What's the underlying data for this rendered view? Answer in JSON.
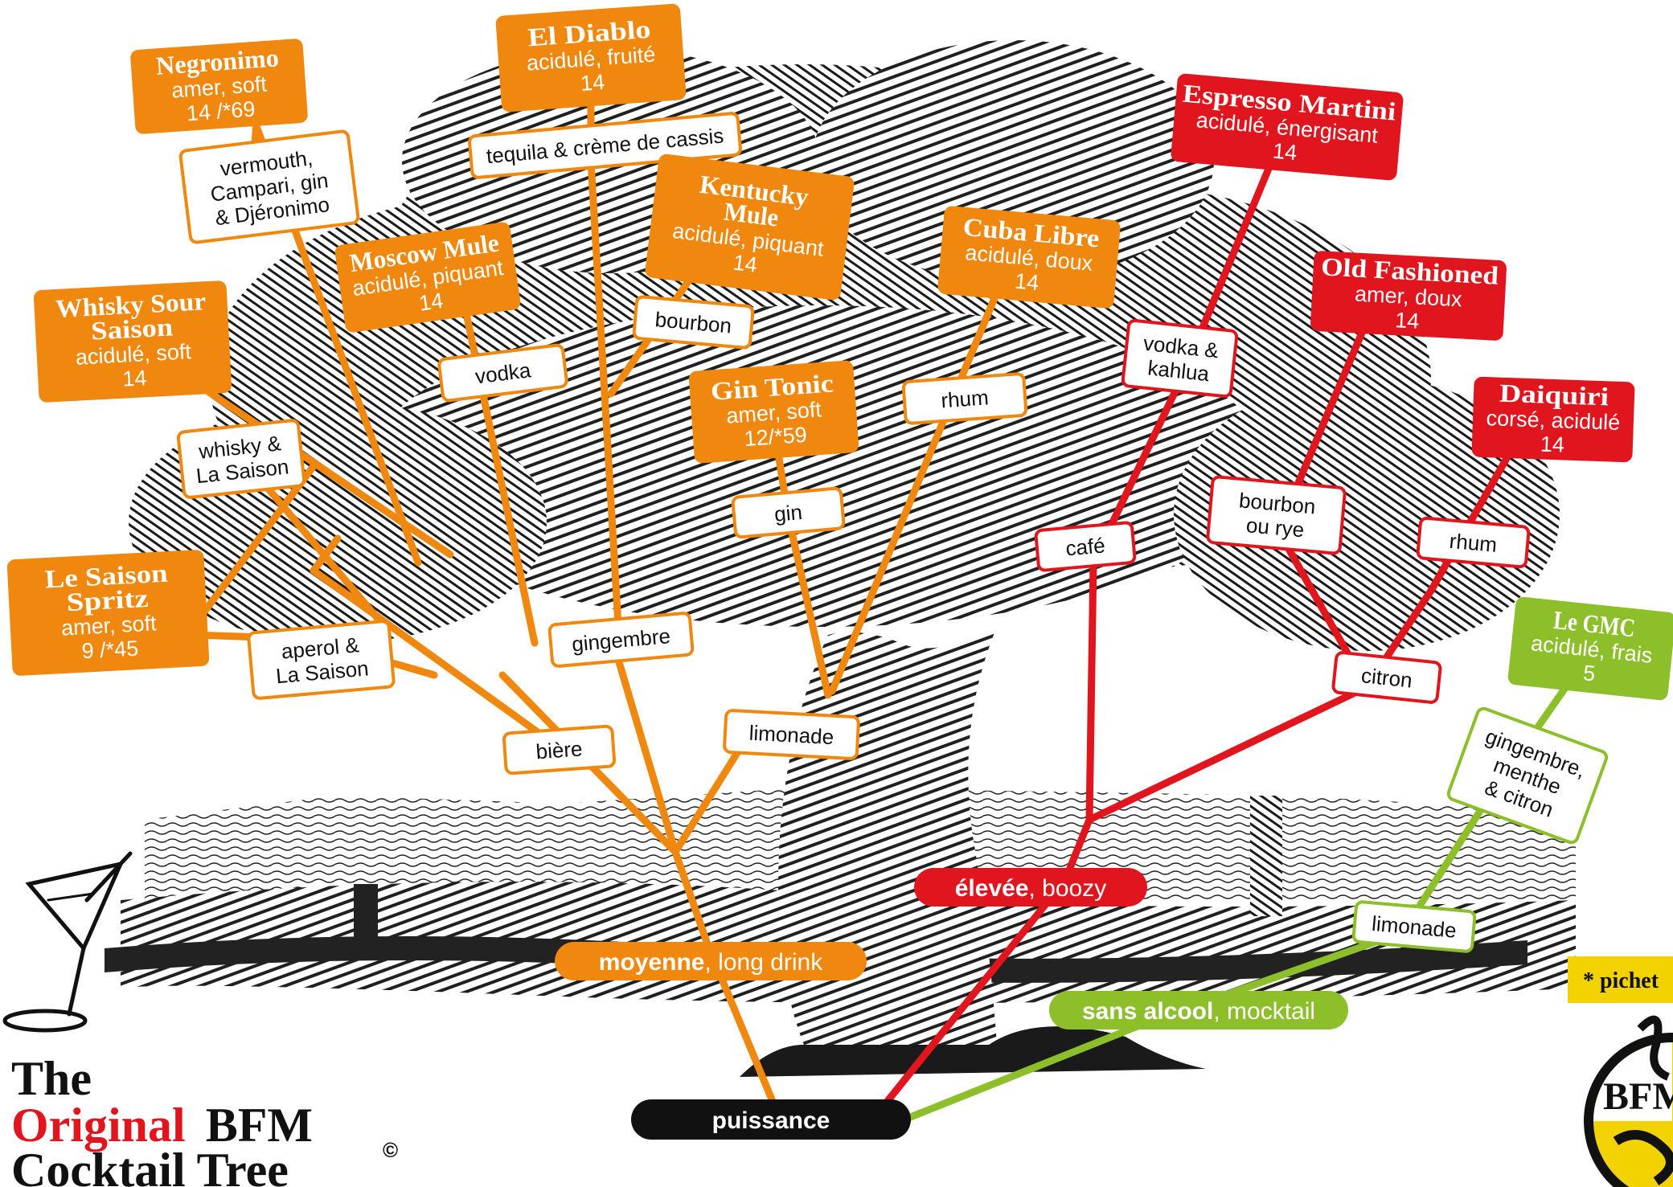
{
  "colors": {
    "orange": "#f0870f",
    "red": "#e0151e",
    "green": "#8cbf2a",
    "black": "#111111",
    "yellow": "#f2d200"
  },
  "title": {
    "line1": "The",
    "line2_a": "Original",
    "line2_b": "BFM",
    "line3": "Cocktail Tree",
    "copyright": "©"
  },
  "legend": {
    "pitcher_note": "* pichet"
  },
  "logo": {
    "text": "BFM"
  },
  "trunk": {
    "root_label": "puissance"
  },
  "branches": [
    {
      "id": "moyenne",
      "bold": "moyenne",
      "rest": ", long drink",
      "color": "orange"
    },
    {
      "id": "elevee",
      "bold": "élevée",
      "rest": ", boozy",
      "color": "red"
    },
    {
      "id": "sans-alcool",
      "bold": "sans alcool",
      "rest": ", mocktail",
      "color": "green"
    }
  ],
  "ingredients": [
    {
      "id": "vermouth",
      "lines": [
        "vermouth,",
        "Campari, gin",
        "& Djéronimo"
      ]
    },
    {
      "id": "tequila",
      "lines": [
        "tequila & crème de cassis"
      ]
    },
    {
      "id": "vodka-mule",
      "lines": [
        "vodka"
      ]
    },
    {
      "id": "bourbon-kentucky",
      "lines": [
        "bourbon"
      ]
    },
    {
      "id": "whisky-saison",
      "lines": [
        "whisky &",
        "La Saison"
      ]
    },
    {
      "id": "rhum-cuba",
      "lines": [
        "rhum"
      ]
    },
    {
      "id": "gin-tonic",
      "lines": [
        "gin"
      ]
    },
    {
      "id": "gingembre",
      "lines": [
        "gingembre"
      ]
    },
    {
      "id": "aperol",
      "lines": [
        "aperol &",
        "La Saison"
      ]
    },
    {
      "id": "biere",
      "lines": [
        "bière"
      ]
    },
    {
      "id": "limonade-orange",
      "lines": [
        "limonade"
      ]
    },
    {
      "id": "vodka-kahlua",
      "lines": [
        "vodka &",
        "kahlua"
      ]
    },
    {
      "id": "cafe",
      "lines": [
        "café"
      ]
    },
    {
      "id": "bourbon-rye",
      "lines": [
        "bourbon",
        "ou rye"
      ]
    },
    {
      "id": "rhum-daiquiri",
      "lines": [
        "rhum"
      ]
    },
    {
      "id": "citron",
      "lines": [
        "citron"
      ]
    },
    {
      "id": "gingembre-menthe",
      "lines": [
        "gingembre,",
        "menthe",
        "& citron"
      ]
    },
    {
      "id": "limonade-green",
      "lines": [
        "limonade"
      ]
    }
  ],
  "cocktails": [
    {
      "id": "negronimo",
      "name": [
        "Negronimo"
      ],
      "taste": "amer, soft",
      "price": "14 /*69",
      "color": "orange"
    },
    {
      "id": "el-diablo",
      "name": [
        "El Diablo"
      ],
      "taste": "acidulé, fruité",
      "price": "14",
      "color": "orange"
    },
    {
      "id": "kentucky-mule",
      "name": [
        "Kentucky",
        "Mule"
      ],
      "taste": "acidulé, piquant",
      "price": "14",
      "color": "orange"
    },
    {
      "id": "moscow-mule",
      "name": [
        "Moscow Mule"
      ],
      "taste": "acidulé, piquant",
      "price": "14",
      "color": "orange"
    },
    {
      "id": "whisky-sour-saison",
      "name": [
        "Whisky Sour",
        "Saison"
      ],
      "taste": "acidulé, soft",
      "price": "14",
      "color": "orange"
    },
    {
      "id": "cuba-libre",
      "name": [
        "Cuba Libre"
      ],
      "taste": "acidulé, doux",
      "price": "14",
      "color": "orange"
    },
    {
      "id": "gin-tonic",
      "name": [
        "Gin Tonic"
      ],
      "taste": "amer, soft",
      "price": "12/*59",
      "color": "orange"
    },
    {
      "id": "le-saison-spritz",
      "name": [
        "Le Saison",
        "Spritz"
      ],
      "taste": "amer, soft",
      "price": "9 /*45",
      "color": "orange"
    },
    {
      "id": "espresso-martini",
      "name": [
        "Espresso Martini"
      ],
      "taste": "acidulé, énergisant",
      "price": "14",
      "color": "red"
    },
    {
      "id": "old-fashioned",
      "name": [
        "Old Fashioned"
      ],
      "taste": "amer, doux",
      "price": "14",
      "color": "red"
    },
    {
      "id": "daiquiri",
      "name": [
        "Daiquiri"
      ],
      "taste": "corsé, acidulé",
      "price": "14",
      "color": "red"
    },
    {
      "id": "le-gmc",
      "name": [
        "Le GMC"
      ],
      "taste": "acidulé, frais",
      "price": "5",
      "color": "green"
    }
  ]
}
